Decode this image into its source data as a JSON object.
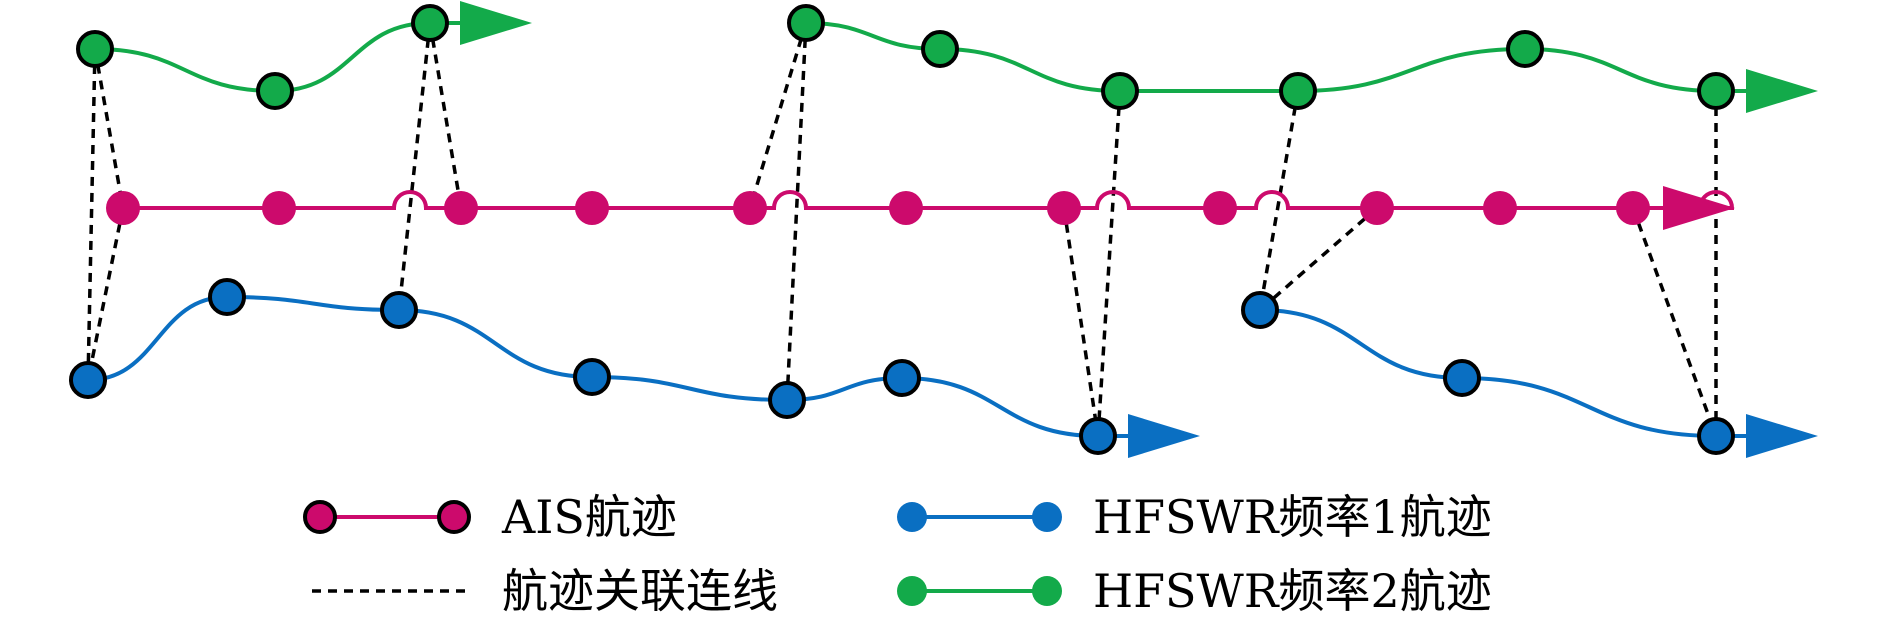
{
  "colors": {
    "ais": "#cc0a6c",
    "hf1": "#0a6fc2",
    "hf2": "#13aa4a",
    "link": "#000000"
  },
  "tracks": [
    {
      "id": "hf2-a",
      "color_key": "hf2",
      "kind": "curve",
      "outline": true,
      "arrow": true,
      "points": [
        [
          95,
          49
        ],
        [
          275,
          91
        ],
        [
          430,
          23
        ]
      ]
    },
    {
      "id": "hf2-b",
      "color_key": "hf2",
      "kind": "curve",
      "outline": true,
      "arrow": true,
      "points": [
        [
          806,
          23
        ],
        [
          940,
          49
        ],
        [
          1120,
          91
        ],
        [
          1298,
          91
        ],
        [
          1525,
          49
        ],
        [
          1716,
          91
        ]
      ]
    },
    {
      "id": "ais",
      "color_key": "ais",
      "kind": "straight",
      "outline": false,
      "arrow": true,
      "points": [
        [
          123,
          208
        ],
        [
          279,
          208
        ],
        [
          461,
          208
        ],
        [
          592,
          208
        ],
        [
          750,
          208
        ],
        [
          906,
          208
        ],
        [
          1064,
          208
        ],
        [
          1220,
          208
        ],
        [
          1377,
          208
        ],
        [
          1500,
          208
        ],
        [
          1633,
          208
        ]
      ],
      "hops": [
        410,
        790,
        1113,
        1272,
        1716
      ]
    },
    {
      "id": "hf1-a",
      "color_key": "hf1",
      "kind": "curve",
      "outline": true,
      "arrow": true,
      "points": [
        [
          88,
          380
        ],
        [
          227,
          297
        ],
        [
          399,
          310
        ],
        [
          592,
          377
        ],
        [
          787,
          400
        ],
        [
          902,
          378
        ],
        [
          1098,
          436
        ]
      ]
    },
    {
      "id": "hf1-b",
      "color_key": "hf1",
      "kind": "curve",
      "outline": true,
      "arrow": true,
      "points": [
        [
          1260,
          310
        ],
        [
          1462,
          378
        ],
        [
          1716,
          436
        ]
      ]
    }
  ],
  "links": [
    [
      [
        95,
        49
      ],
      [
        123,
        208
      ]
    ],
    [
      [
        95,
        49
      ],
      [
        88,
        380
      ]
    ],
    [
      [
        123,
        208
      ],
      [
        88,
        380
      ]
    ],
    [
      [
        430,
        23
      ],
      [
        461,
        208
      ]
    ],
    [
      [
        430,
        23
      ],
      [
        399,
        310
      ]
    ],
    [
      [
        806,
        23
      ],
      [
        750,
        208
      ]
    ],
    [
      [
        806,
        23
      ],
      [
        787,
        400
      ]
    ],
    [
      [
        1120,
        91
      ],
      [
        1098,
        436
      ]
    ],
    [
      [
        1064,
        208
      ],
      [
        1098,
        436
      ]
    ],
    [
      [
        1298,
        91
      ],
      [
        1260,
        310
      ]
    ],
    [
      [
        1377,
        208
      ],
      [
        1260,
        310
      ]
    ],
    [
      [
        1716,
        91
      ],
      [
        1716,
        436
      ]
    ],
    [
      [
        1633,
        208
      ],
      [
        1716,
        436
      ]
    ]
  ],
  "legend": {
    "ais_label": "AIS航迹",
    "link_label": "航迹关联连线",
    "hf1_label": "HFSWR频率1航迹",
    "hf2_label": "HFSWR频率2航迹"
  }
}
